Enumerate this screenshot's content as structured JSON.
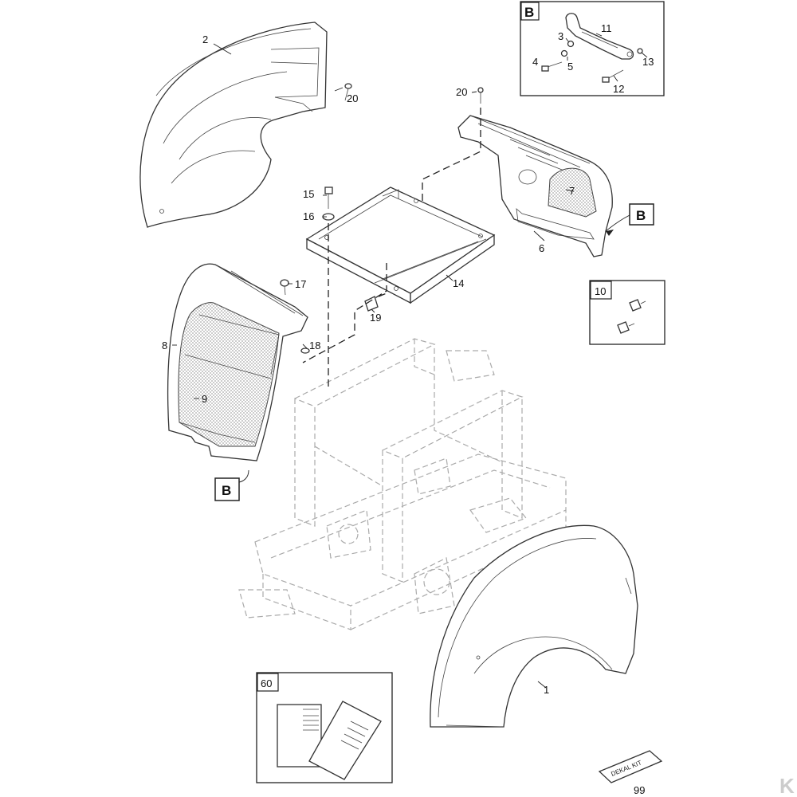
{
  "callouts": [
    "1",
    "2",
    "3",
    "4",
    "5",
    "6",
    "7",
    "8",
    "9",
    "10",
    "11",
    "12",
    "13",
    "14",
    "15",
    "16",
    "17",
    "18",
    "19",
    "20",
    "20",
    "60",
    "99"
  ],
  "detail_ref": "B",
  "decal_kit_text": "DEKAL KIT",
  "watermark": "K"
}
